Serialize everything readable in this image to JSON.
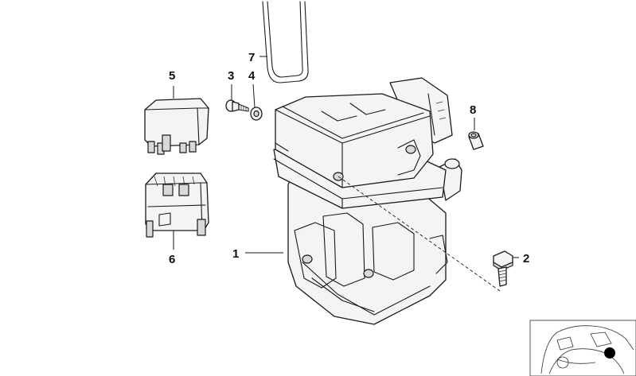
{
  "callouts": {
    "c1": "1",
    "c2": "2",
    "c3": "3",
    "c4": "4",
    "c5": "5",
    "c6": "6",
    "c7": "7",
    "c8": "8"
  },
  "icons": {
    "thumbnail": "vehicle-location-thumbnail-icon",
    "marker": "location-dot-icon"
  },
  "colors": {
    "line": "#1a1a1a",
    "fill": "#f4f4f4",
    "shade": "#d9d9d9"
  }
}
